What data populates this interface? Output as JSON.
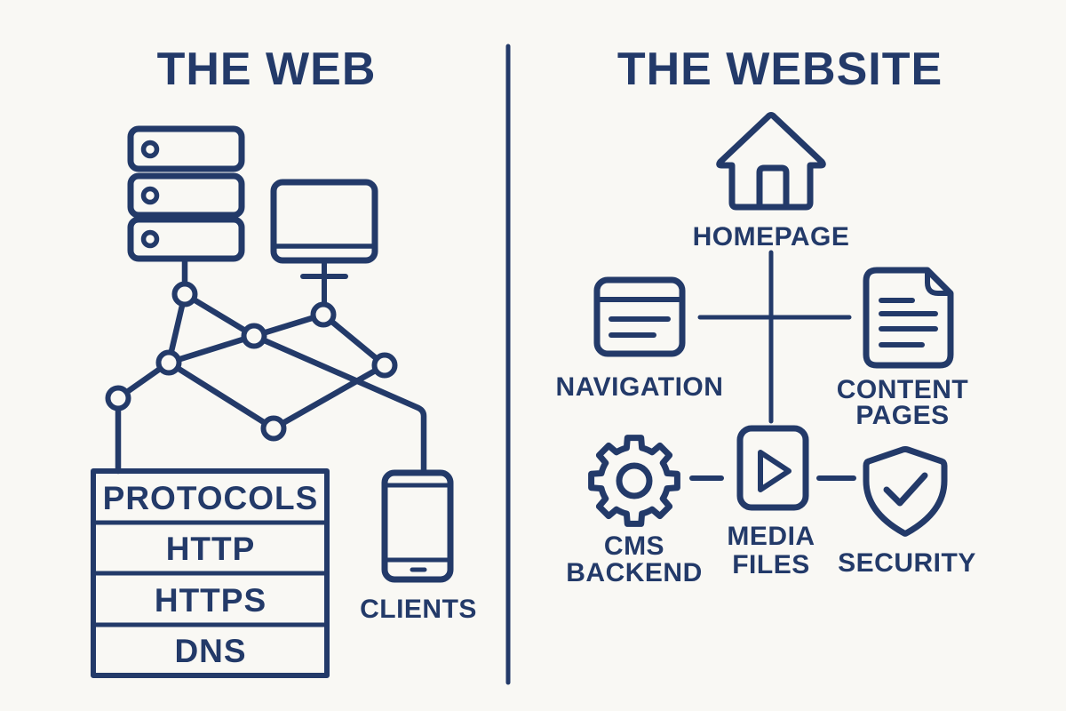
{
  "canvas": {
    "bg": "#f9f8f4",
    "ink": "#233a69"
  },
  "left": {
    "title": "THE WEB",
    "icons": [
      "server-stack",
      "desktop-monitor",
      "network-nodes",
      "smartphone"
    ],
    "table": {
      "header": "PROTOCOLS",
      "rows": [
        "HTTP",
        "HTTPS",
        "DNS"
      ]
    },
    "clients_label": "CLIENTS"
  },
  "right": {
    "title": "THE WEBSITE",
    "nodes": [
      {
        "id": "homepage",
        "icon": "home-icon"
      },
      {
        "id": "navigation",
        "icon": "browser-window-icon"
      },
      {
        "id": "content-pages",
        "icon": "document-icon"
      },
      {
        "id": "cms-backend",
        "icon": "gear-icon"
      },
      {
        "id": "media-files",
        "icon": "media-player-icon"
      },
      {
        "id": "security",
        "icon": "shield-check-icon"
      }
    ],
    "labels": {
      "homepage": "HOMEPAGE",
      "navigation": "NAVIGATION",
      "content_line1": "CONTENT",
      "content_line2": "PAGES",
      "cms_line1": "CMS",
      "cms_line2": "BACKEND",
      "media_line1": "MEDIA",
      "media_line2": "FILES",
      "security": "SECURITY"
    }
  }
}
